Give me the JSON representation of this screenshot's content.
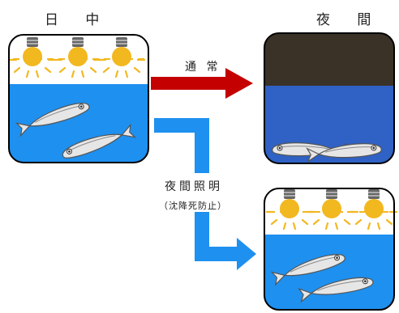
{
  "labels": {
    "daytime": "日 中",
    "nighttime": "夜 間",
    "normal": "通 常",
    "night_lighting": "夜間照明",
    "prevention": "（沈降死防止）"
  },
  "colors": {
    "water": "#1e90ef",
    "water_dark": "#2f62c4",
    "dark_sky": "#3a3226",
    "bulb": "#f2b820",
    "bulb_cap": "#666666",
    "ray": "#f2b820",
    "surface_line": "#f2b820",
    "red_arrow": "#c40000",
    "blue_arrow": "#1e90ef",
    "panel_border": "#000000"
  },
  "icons": [
    "light-bulb-icon",
    "fish-icon",
    "arrow-icon"
  ]
}
